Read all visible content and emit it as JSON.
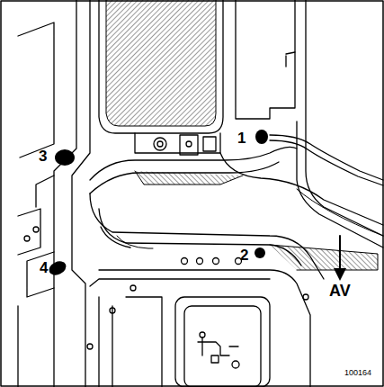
{
  "diagram": {
    "labels": [
      "1",
      "2",
      "3",
      "4",
      "AV",
      "100164"
    ]
  }
}
